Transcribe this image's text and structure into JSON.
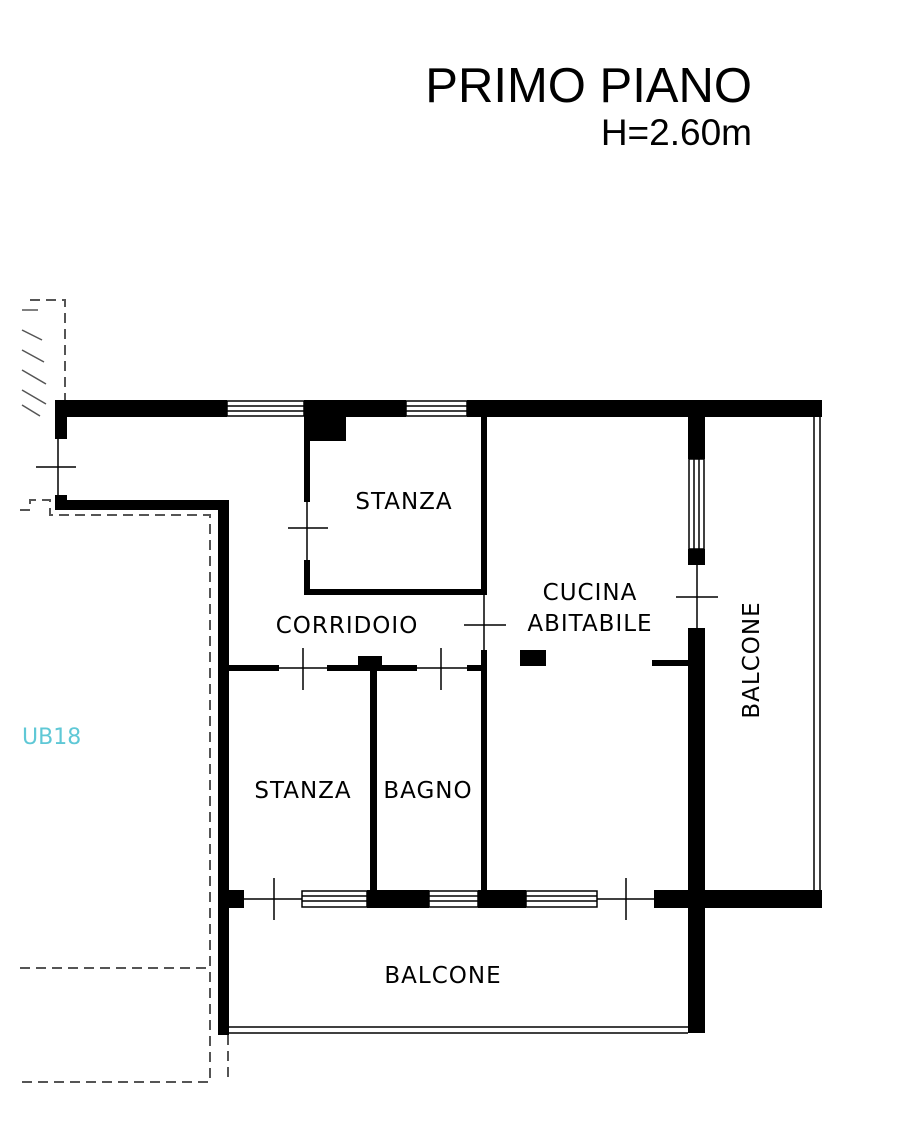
{
  "title": {
    "main": "PRIMO PIANO",
    "height": "H=2.60m"
  },
  "rooms": {
    "stanza_top": "STANZA",
    "corridoio": "CORRIDOIO",
    "cucina_line1": "CUCINA",
    "cucina_line2": "ABITABILE",
    "balcone_right": "BALCONE",
    "stanza_bottom": "STANZA",
    "bagno": "BAGNO",
    "balcone_bottom": "BALCONE"
  },
  "neighbor_label": "UB18",
  "colors": {
    "wall": "#000000",
    "neighbor_label": "#5fc8d6",
    "dashed_outline": "#555555"
  }
}
